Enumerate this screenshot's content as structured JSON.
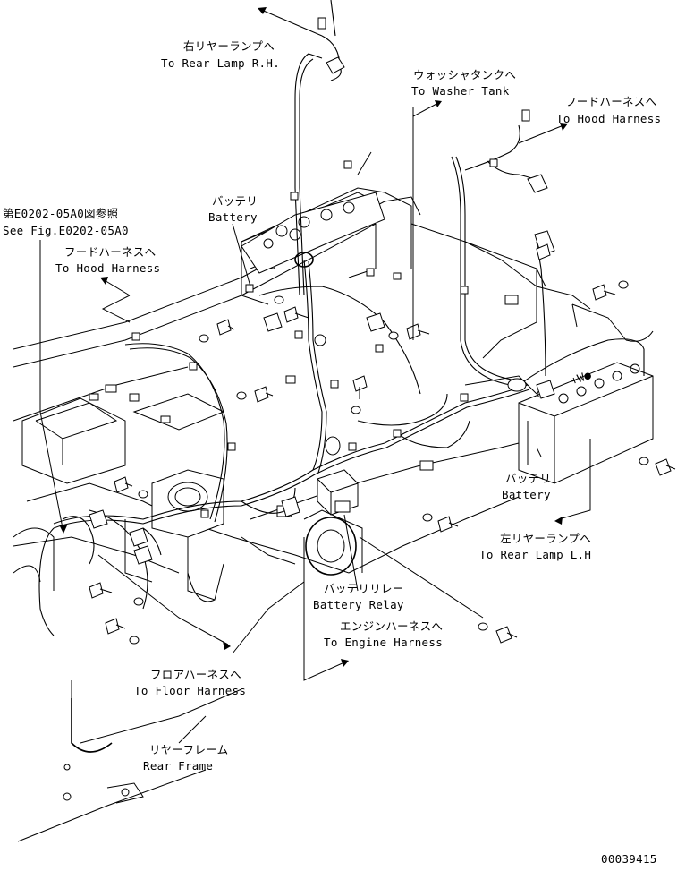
{
  "labels": {
    "rear_lamp_rh_jp": "右リヤーランプへ",
    "rear_lamp_rh_en": "To Rear Lamp R.H.",
    "washer_tank_jp": "ウォッシャタンクへ",
    "washer_tank_en": "To Washer Tank",
    "hood_harness_r_jp": "フードハーネスへ",
    "hood_harness_r_en": "To Hood Harness",
    "battery_top_jp": "バッテリ",
    "battery_top_en": "Battery",
    "see_fig_jp": "第E0202-05A0図参照",
    "see_fig_en": "See Fig.E0202-05A0",
    "hood_harness_l_jp": "フードハーネスへ",
    "hood_harness_l_en": "To Hood Harness",
    "battery_right_jp": "バッテリ",
    "battery_right_en": "Battery",
    "rear_lamp_lh_jp": "左リヤーランプへ",
    "rear_lamp_lh_en": "To Rear Lamp L.H",
    "battery_relay_jp": "バッテリリレー",
    "battery_relay_en": "Battery Relay",
    "engine_harness_jp": "エンジンハーネスへ",
    "engine_harness_en": "To Engine Harness",
    "floor_harness_jp": "フロアハーネスへ",
    "floor_harness_en": "To Floor Harness",
    "rear_frame_jp": "リヤーフレーム",
    "rear_frame_en": "Rear Frame",
    "drawing_number": "00039415"
  }
}
